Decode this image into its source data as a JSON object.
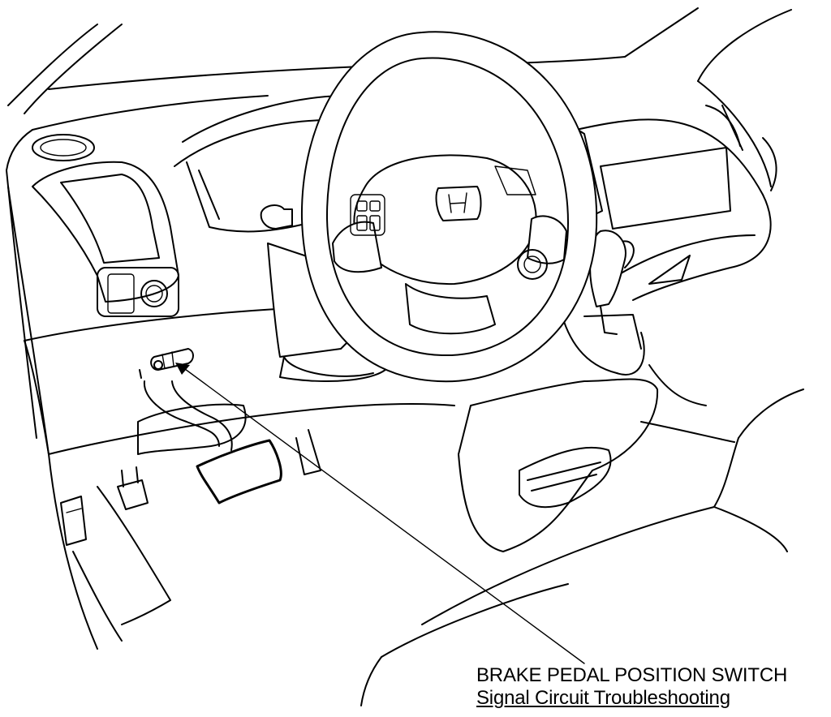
{
  "callout": {
    "component_label": "BRAKE PEDAL POSITION SWITCH",
    "link_label": "Signal Circuit Troubleshooting"
  },
  "illustration": {
    "emblem_text": "H"
  }
}
